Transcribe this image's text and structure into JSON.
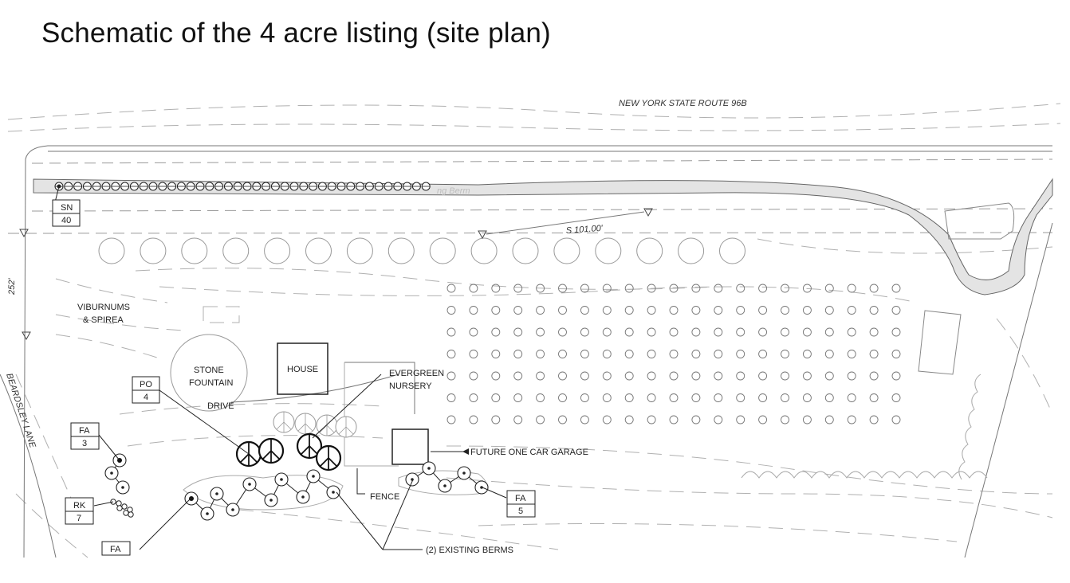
{
  "title": "Schematic of the 4 acre listing (site plan)",
  "labels": {
    "route": "NEW YORK STATE ROUTE 96B",
    "lane": "BEARDSLEY LANE",
    "viburnums_line1": "VIBURNUMS",
    "viburnums_line2": "& SPIREA",
    "stone_fountain_line1": "STONE",
    "stone_fountain_line2": "FOUNTAIN",
    "drive": "DRIVE",
    "house": "HOUSE",
    "evergreen_line1": "EVERGREEN",
    "evergreen_line2": "NURSERY",
    "future_garage": "FUTURE ONE CAR GARAGE",
    "fence": "FENCE",
    "existing_berms": "(2) EXISTING BERMS",
    "bearing_top": "S  101.00'",
    "bearing_side": "252'",
    "berm_faint": "ng Berm"
  },
  "tags": [
    {
      "code": "SN",
      "count": "40"
    },
    {
      "code": "PO",
      "count": "4"
    },
    {
      "code": "FA",
      "count": "3"
    },
    {
      "code": "RK",
      "count": "7"
    },
    {
      "code": "FA",
      "count": "5"
    },
    {
      "code": "FA",
      "count": ""
    }
  ]
}
